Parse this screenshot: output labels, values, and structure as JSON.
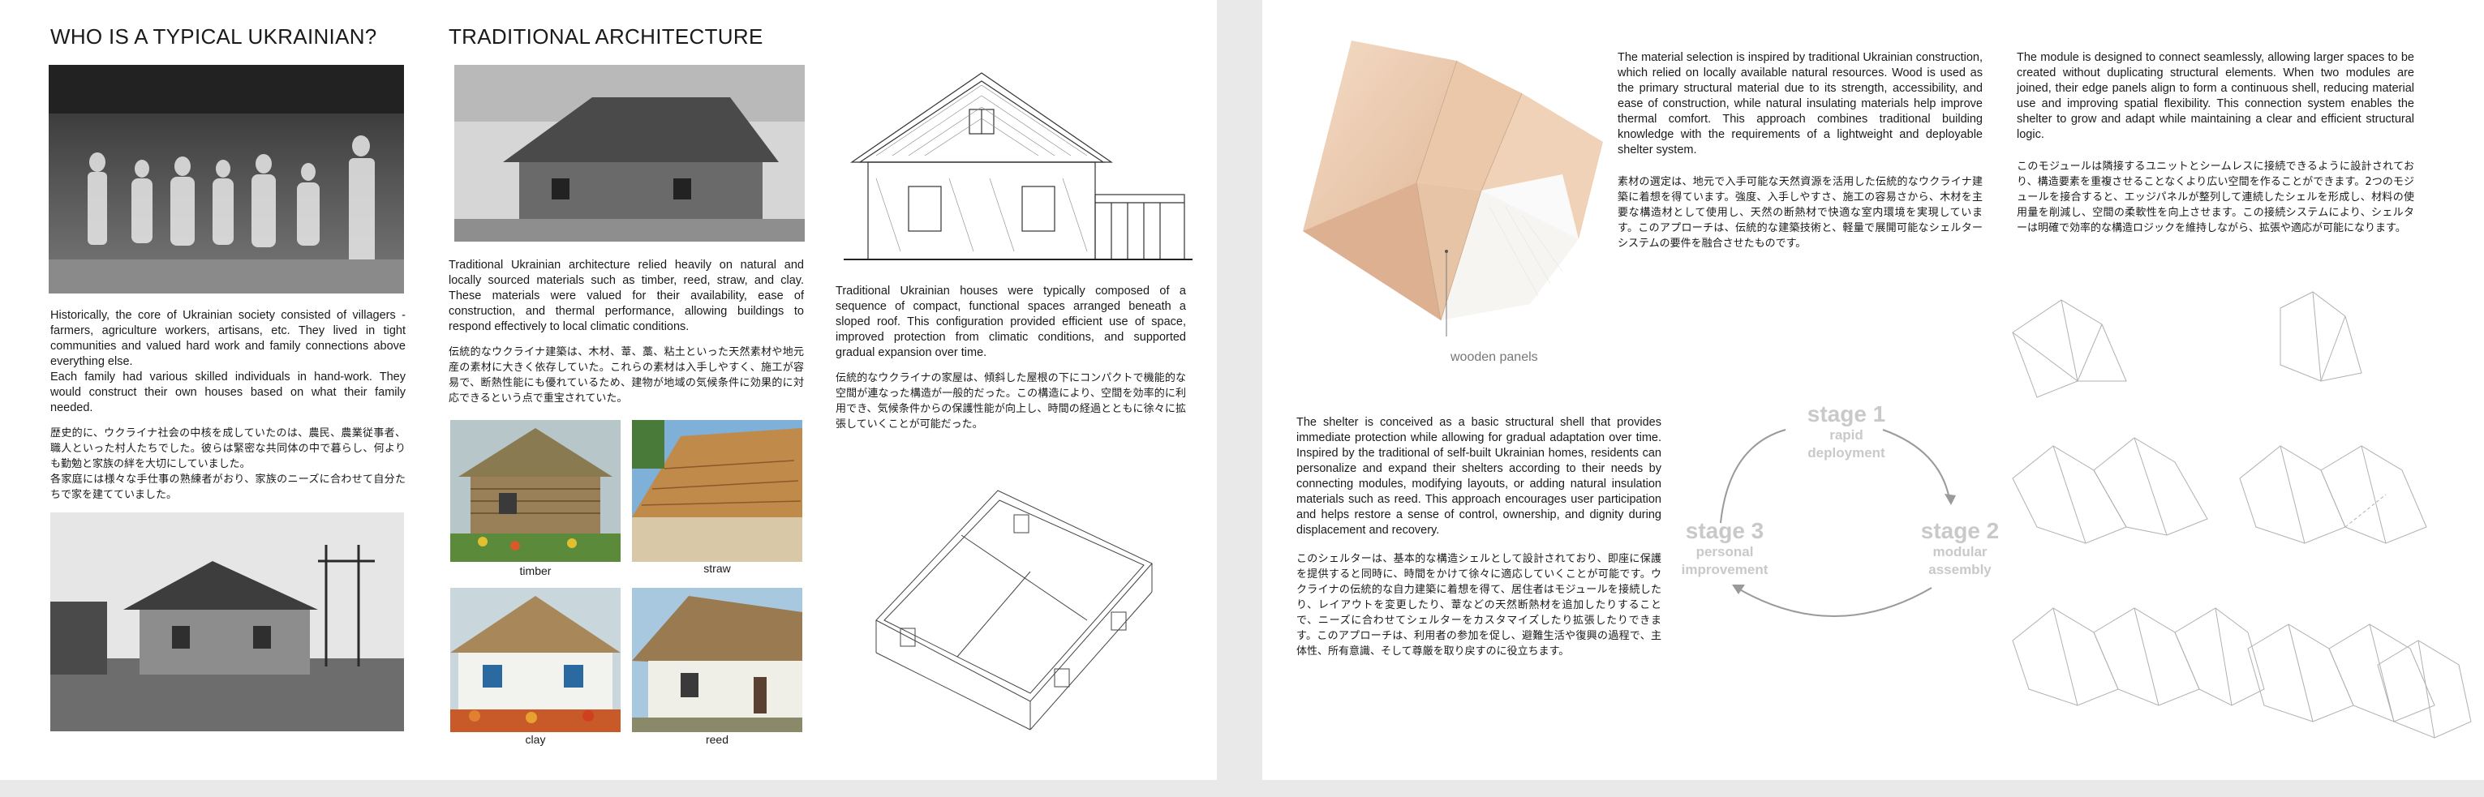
{
  "left": {
    "col1": {
      "title": "WHO IS A TYPICAL UKRAINIAN?",
      "en": "Historically, the core of Ukrainian society consisted of villagers - farmers, agriculture workers, artisans, etc. They lived in tight communities and valued hard work and family connections above everything else.",
      "en2": "Each family had various skilled individuals in hand-work. They would construct their own houses based on what their family needed.",
      "jp": "歴史的に、ウクライナ社会の中核を成していたのは、農民、農業従事者、職人といった村人たちでした。彼らは緊密な共同体の中で暮らし、何よりも勤勉と家族の絆を大切にしていました。",
      "jp2": "各家庭には様々な手仕事の熟練者がおり、家族のニーズに合わせて自分たちで家を建てていました。"
    },
    "col2": {
      "title": "TRADITIONAL ARCHITECTURE",
      "en": "Traditional Ukrainian architecture relied heavily on natural and locally sourced materials such as timber, reed, straw, and clay. These materials were valued for their availability, ease of construction, and thermal performance, allowing buildings to respond effectively to local climatic conditions.",
      "jp": "伝統的なウクライナ建築は、木材、葦、藁、粘土といった天然素材や地元産の素材に大きく依存していた。これらの素材は入手しやすく、施工が容易で、断熱性能にも優れているため、建物が地域の気候条件に効果的に対応できるという点で重宝されていた。",
      "captions": [
        "timber",
        "straw",
        "clay",
        "reed"
      ]
    },
    "col3": {
      "en": "Traditional Ukrainian houses were typically composed of a sequence of compact, functional spaces arranged beneath a sloped roof. This configuration provided efficient use of space, improved protection from climatic conditions, and supported gradual expansion over time.",
      "jp": "伝統的なウクライナの家屋は、傾斜した屋根の下にコンパクトで機能的な空間が連なった構造が一般的だった。この構造により、空間を効率的に利用でき、気候条件からの保護性能が向上し、時間の経過とともに徐々に拡張していくことが可能だった。"
    }
  },
  "right": {
    "model_label": "wooden panels",
    "material": {
      "en": "The material selection is inspired by traditional Ukrainian construction, which relied on locally available natural resources. Wood is used as the primary structural material due to its strength, accessibility, and ease of construction, while natural insulating materials help improve thermal comfort. This approach combines traditional building knowledge with the requirements of a lightweight and deployable shelter system.",
      "jp": "素材の選定は、地元で入手可能な天然資源を活用した伝統的なウクライナ建築に着想を得ています。強度、入手しやすさ、施工の容易さから、木材を主要な構造材として使用し、天然の断熱材で快適な室内環境を実現しています。このアプローチは、伝統的な建築技術と、軽量で展開可能なシェルターシステムの要件を融合させたものです。"
    },
    "module": {
      "en": "The module is designed to connect seamlessly, allowing larger spaces to be created without duplicating structural elements. When two modules are joined, their edge panels align to form a continuous shell, reducing material use and improving spatial flexibility. This connection system enables the shelter to grow and adapt while maintaining a clear and efficient structural logic.",
      "jp": "このモジュールは隣接するユニットとシームレスに接続できるように設計されており、構造要素を重複させることなくより広い空間を作ることができます。2つのモジュールを接合すると、エッジパネルが整列して連続したシェルを形成し、材料の使用量を削減し、空間の柔軟性を向上させます。この接続システムにより、シェルターは明確で効率的な構造ロジックを維持しながら、拡張や適応が可能になります。"
    },
    "shelter": {
      "en": "The shelter is conceived as a basic structural shell that provides immediate protection while allowing for gradual adaptation over time. Inspired by the traditional of self-built Ukrainian homes, residents can personalize and expand their shelters according to their needs by connecting modules, modifying layouts, or adding natural insulation materials such as reed. This approach encourages user participation and helps restore a sense of control, ownership, and dignity during displacement and recovery.",
      "jp": "このシェルターは、基本的な構造シェルとして設計されており、即座に保護を提供すると同時に、時間をかけて徐々に適応していくことが可能です。ウクライナの伝統的な自力建築に着想を得て、居住者はモジュールを接続したり、レイアウトを変更したり、葦などの天然断熱材を追加したりすることで、ニーズに合わせてシェルターをカスタマイズしたり拡張したりできます。このアプローチは、利用者の参加を促し、避難生活や復興の過程で、主体性、所有意識、そして尊厳を取り戻すのに役立ちます。"
    },
    "stages": [
      {
        "title": "stage 1",
        "sub1": "rapid",
        "sub2": "deployment"
      },
      {
        "title": "stage 2",
        "sub1": "modular",
        "sub2": "assembly"
      },
      {
        "title": "stage 3",
        "sub1": "personal",
        "sub2": "improvement"
      }
    ]
  }
}
